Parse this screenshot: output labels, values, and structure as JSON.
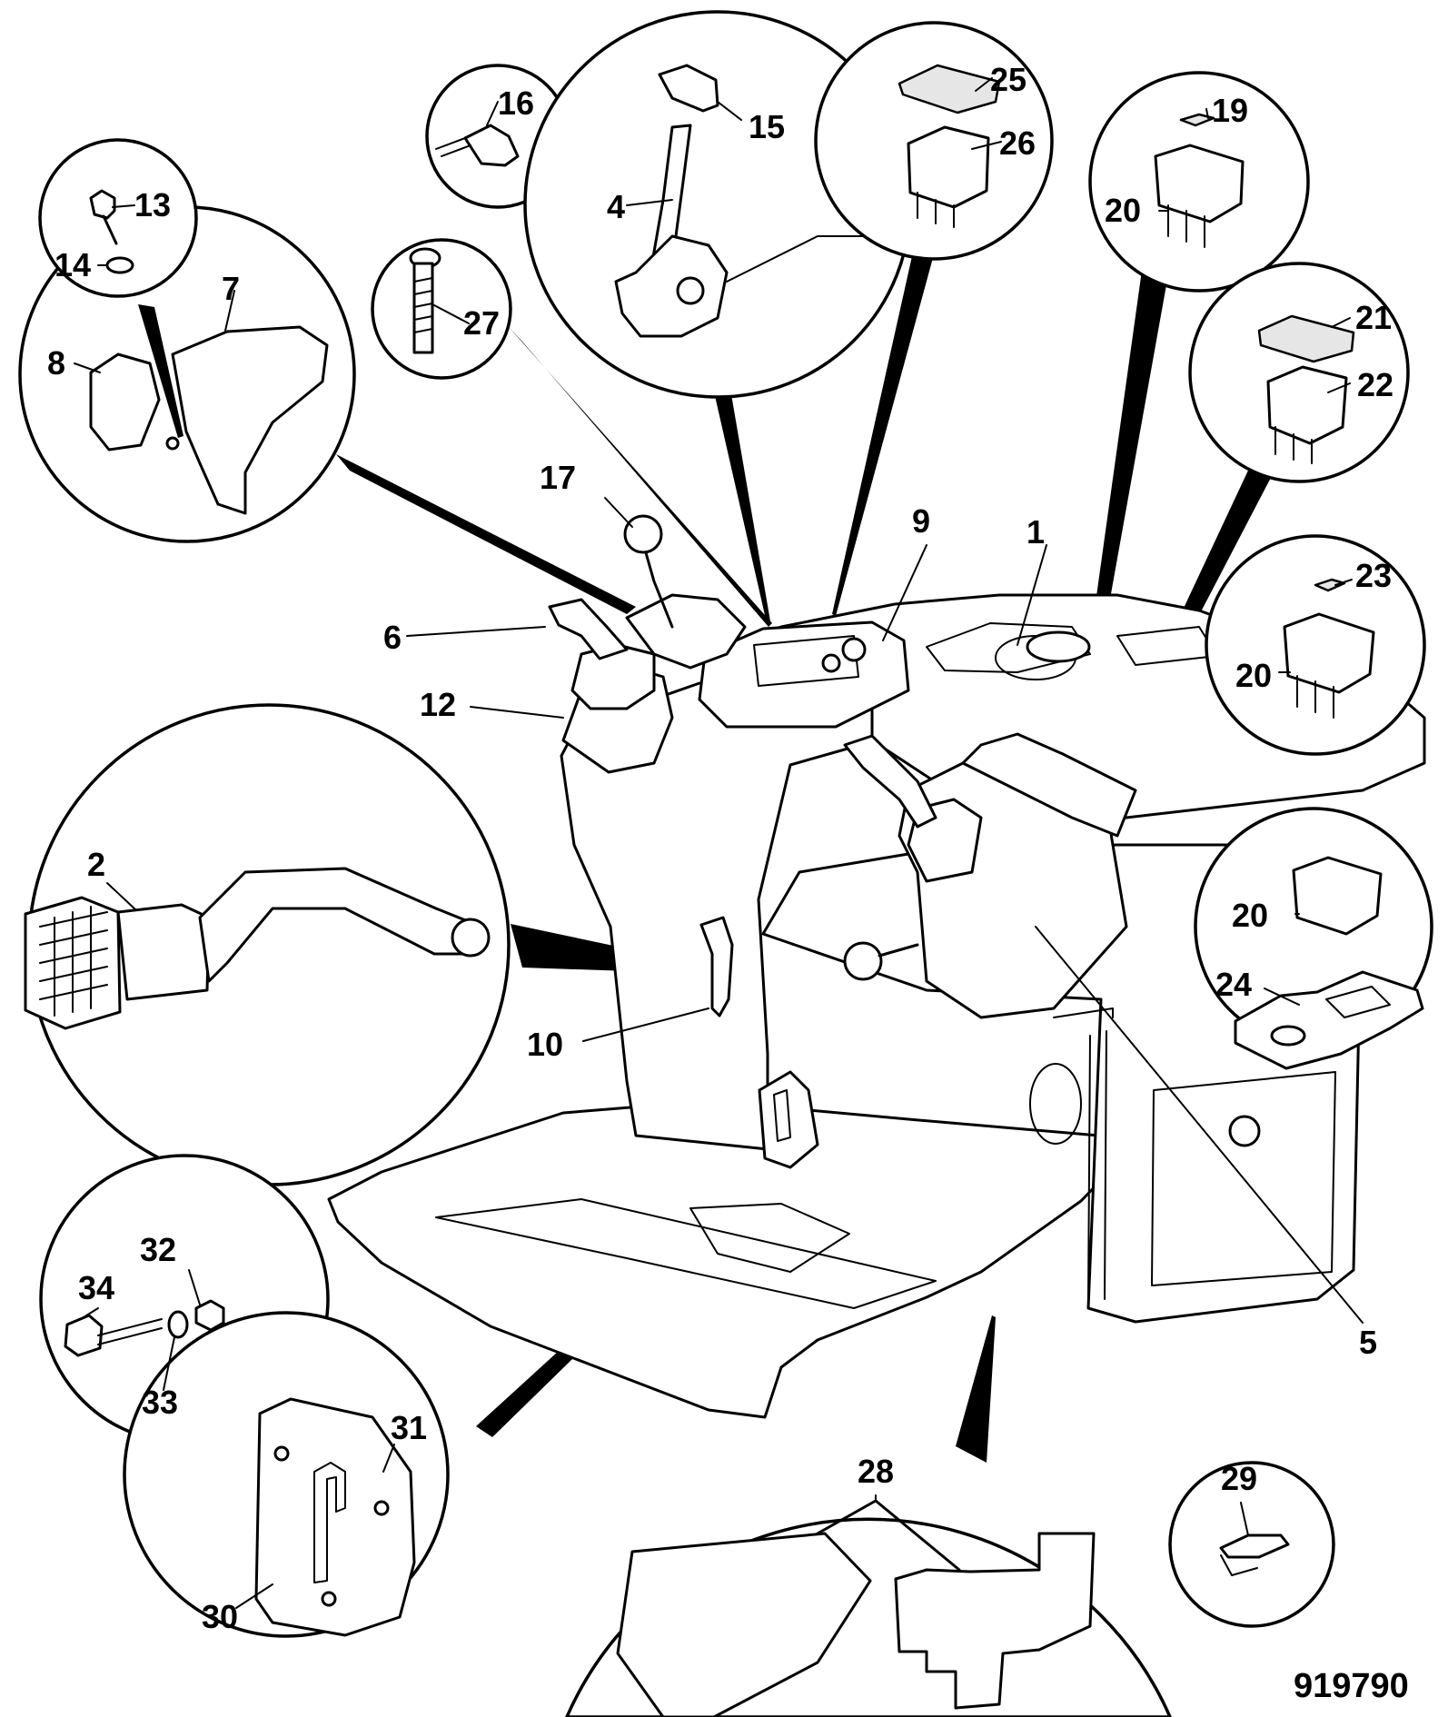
{
  "document_number": "919790",
  "part_labels": {
    "p1": "1",
    "p2": "2",
    "p4": "4",
    "p5": "5",
    "p6": "6",
    "p7": "7",
    "p8": "8",
    "p9": "9",
    "p10": "10",
    "p12": "12",
    "p13": "13",
    "p14": "14",
    "p15": "15",
    "p16": "16",
    "p17": "17",
    "p19": "19",
    "p20a": "20",
    "p20b": "20",
    "p20c": "20",
    "p21": "21",
    "p22": "22",
    "p23": "23",
    "p24": "24",
    "p25": "25",
    "p26": "26",
    "p27": "27",
    "p28": "28",
    "p29": "29",
    "p30": "30",
    "p31": "31",
    "p32": "32",
    "p33": "33",
    "p34": "34"
  }
}
